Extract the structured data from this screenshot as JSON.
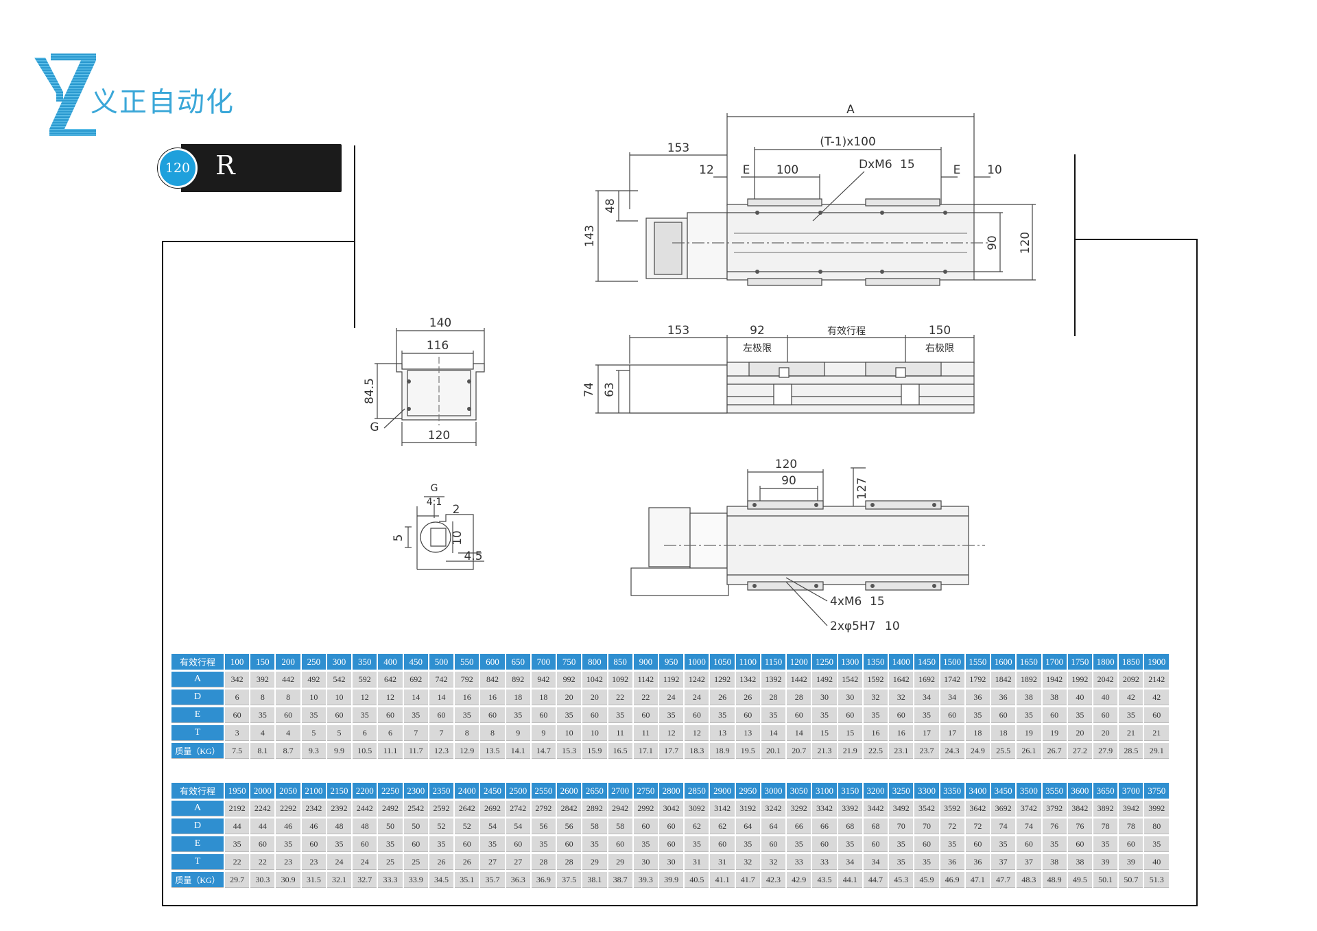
{
  "brand": {
    "name": "义正自动化",
    "logo_letters": "YZ",
    "color": "#3aa7d8"
  },
  "model": {
    "size": "120",
    "variant": "R",
    "badge_color": "#1ea0dc"
  },
  "drawing": {
    "top_view": {
      "A": "A",
      "pitch": "(T-1)x100",
      "motor_len": "153",
      "d12": "12",
      "E_left": "E",
      "d100": "100",
      "tap": "DxM6",
      "tap_depth": "15",
      "E_right": "E",
      "d10": "10",
      "h48": "48",
      "h143": "143",
      "w90": "90",
      "w120": "120"
    },
    "section": {
      "w140": "140",
      "w116": "116",
      "h84": "84.5",
      "g": "G",
      "w120": "120"
    },
    "detail": {
      "g": "G",
      "scale": "4:1",
      "d2": "2",
      "d5": "5",
      "d10": "10",
      "d45": "4.5"
    },
    "side_view": {
      "motor_len": "153",
      "d92": "92",
      "stroke": "有效行程",
      "d150": "150",
      "left_limit": "左极限",
      "right_limit": "右极限",
      "h74": "74",
      "h63": "63"
    },
    "bottom_view": {
      "w120": "120",
      "w90": "90",
      "h127": "127",
      "holes": "4xM6",
      "holes_depth": "15",
      "pins": "2xφ5H7",
      "pins_depth": "10"
    }
  },
  "tables": [
    {
      "stroke_label": "有效行程",
      "strokes": [
        "100",
        "150",
        "200",
        "250",
        "300",
        "350",
        "400",
        "450",
        "500",
        "550",
        "600",
        "650",
        "700",
        "750",
        "800",
        "850",
        "900",
        "950",
        "1000",
        "1050",
        "1100",
        "1150",
        "1200",
        "1250",
        "1300",
        "1350",
        "1400",
        "1450",
        "1500",
        "1550",
        "1600",
        "1650",
        "1700",
        "1750",
        "1800",
        "1850",
        "1900"
      ],
      "rows": [
        {
          "label": "A",
          "values": [
            "342",
            "392",
            "442",
            "492",
            "542",
            "592",
            "642",
            "692",
            "742",
            "792",
            "842",
            "892",
            "942",
            "992",
            "1042",
            "1092",
            "1142",
            "1192",
            "1242",
            "1292",
            "1342",
            "1392",
            "1442",
            "1492",
            "1542",
            "1592",
            "1642",
            "1692",
            "1742",
            "1792",
            "1842",
            "1892",
            "1942",
            "1992",
            "2042",
            "2092",
            "2142"
          ]
        },
        {
          "label": "D",
          "values": [
            "6",
            "8",
            "8",
            "10",
            "10",
            "12",
            "12",
            "14",
            "14",
            "16",
            "16",
            "18",
            "18",
            "20",
            "20",
            "22",
            "22",
            "24",
            "24",
            "26",
            "26",
            "28",
            "28",
            "30",
            "30",
            "32",
            "32",
            "34",
            "34",
            "36",
            "36",
            "38",
            "38",
            "40",
            "40",
            "42",
            "42"
          ]
        },
        {
          "label": "E",
          "values": [
            "60",
            "35",
            "60",
            "35",
            "60",
            "35",
            "60",
            "35",
            "60",
            "35",
            "60",
            "35",
            "60",
            "35",
            "60",
            "35",
            "60",
            "35",
            "60",
            "35",
            "60",
            "35",
            "60",
            "35",
            "60",
            "35",
            "60",
            "35",
            "60",
            "35",
            "60",
            "35",
            "60",
            "35",
            "60",
            "35",
            "60"
          ]
        },
        {
          "label": "T",
          "values": [
            "3",
            "4",
            "4",
            "5",
            "5",
            "6",
            "6",
            "7",
            "7",
            "8",
            "8",
            "9",
            "9",
            "10",
            "10",
            "11",
            "11",
            "12",
            "12",
            "13",
            "13",
            "14",
            "14",
            "15",
            "15",
            "16",
            "16",
            "17",
            "17",
            "18",
            "18",
            "19",
            "19",
            "20",
            "20",
            "21",
            "21"
          ]
        },
        {
          "label": "质量（KG）",
          "values": [
            "7.5",
            "8.1",
            "8.7",
            "9.3",
            "9.9",
            "10.5",
            "11.1",
            "11.7",
            "12.3",
            "12.9",
            "13.5",
            "14.1",
            "14.7",
            "15.3",
            "15.9",
            "16.5",
            "17.1",
            "17.7",
            "18.3",
            "18.9",
            "19.5",
            "20.1",
            "20.7",
            "21.3",
            "21.9",
            "22.5",
            "23.1",
            "23.7",
            "24.3",
            "24.9",
            "25.5",
            "26.1",
            "26.7",
            "27.2",
            "27.9",
            "28.5",
            "29.1"
          ]
        }
      ]
    },
    {
      "stroke_label": "有效行程",
      "strokes": [
        "1950",
        "2000",
        "2050",
        "2100",
        "2150",
        "2200",
        "2250",
        "2300",
        "2350",
        "2400",
        "2450",
        "2500",
        "2550",
        "2600",
        "2650",
        "2700",
        "2750",
        "2800",
        "2850",
        "2900",
        "2950",
        "3000",
        "3050",
        "3100",
        "3150",
        "3200",
        "3250",
        "3300",
        "3350",
        "3400",
        "3450",
        "3500",
        "3550",
        "3600",
        "3650",
        "3700",
        "3750"
      ],
      "rows": [
        {
          "label": "A",
          "values": [
            "2192",
            "2242",
            "2292",
            "2342",
            "2392",
            "2442",
            "2492",
            "2542",
            "2592",
            "2642",
            "2692",
            "2742",
            "2792",
            "2842",
            "2892",
            "2942",
            "2992",
            "3042",
            "3092",
            "3142",
            "3192",
            "3242",
            "3292",
            "3342",
            "3392",
            "3442",
            "3492",
            "3542",
            "3592",
            "3642",
            "3692",
            "3742",
            "3792",
            "3842",
            "3892",
            "3942",
            "3992"
          ]
        },
        {
          "label": "D",
          "values": [
            "44",
            "44",
            "46",
            "46",
            "48",
            "48",
            "50",
            "50",
            "52",
            "52",
            "54",
            "54",
            "56",
            "56",
            "58",
            "58",
            "60",
            "60",
            "62",
            "62",
            "64",
            "64",
            "66",
            "66",
            "68",
            "68",
            "70",
            "70",
            "72",
            "72",
            "74",
            "74",
            "76",
            "76",
            "78",
            "78",
            "80"
          ]
        },
        {
          "label": "E",
          "values": [
            "35",
            "60",
            "35",
            "60",
            "35",
            "60",
            "35",
            "60",
            "35",
            "60",
            "35",
            "60",
            "35",
            "60",
            "35",
            "60",
            "35",
            "60",
            "35",
            "60",
            "35",
            "60",
            "35",
            "60",
            "35",
            "60",
            "35",
            "60",
            "35",
            "60",
            "35",
            "60",
            "35",
            "60",
            "35",
            "60",
            "35"
          ]
        },
        {
          "label": "T",
          "values": [
            "22",
            "22",
            "23",
            "23",
            "24",
            "24",
            "25",
            "25",
            "26",
            "26",
            "27",
            "27",
            "28",
            "28",
            "29",
            "29",
            "30",
            "30",
            "31",
            "31",
            "32",
            "32",
            "33",
            "33",
            "34",
            "34",
            "35",
            "35",
            "36",
            "36",
            "37",
            "37",
            "38",
            "38",
            "39",
            "39",
            "40"
          ]
        },
        {
          "label": "质量（KG）",
          "values": [
            "29.7",
            "30.3",
            "30.9",
            "31.5",
            "32.1",
            "32.7",
            "33.3",
            "33.9",
            "34.5",
            "35.1",
            "35.7",
            "36.3",
            "36.9",
            "37.5",
            "38.1",
            "38.7",
            "39.3",
            "39.9",
            "40.5",
            "41.1",
            "41.7",
            "42.3",
            "42.9",
            "43.5",
            "44.1",
            "44.7",
            "45.3",
            "45.9",
            "46.9",
            "47.1",
            "47.7",
            "48.3",
            "48.9",
            "49.5",
            "50.1",
            "50.7",
            "51.3"
          ]
        }
      ]
    }
  ]
}
